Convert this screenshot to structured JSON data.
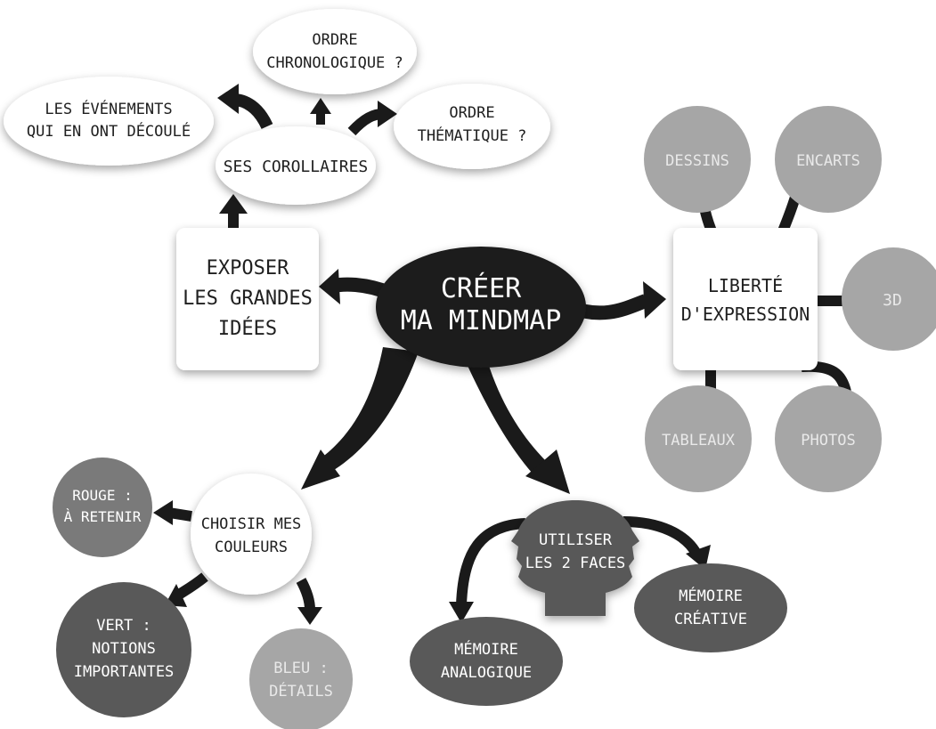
{
  "center": {
    "line1": "CRÉER",
    "line2": "MA MINDMAP"
  },
  "expose": {
    "line1": "EXPOSER",
    "line2": "LES GRANDES",
    "line3": "IDÉES",
    "corollaires": "SES COROLLAIRES",
    "evenements": {
      "line1": "LES ÉVÉNEMENTS",
      "line2": "QUI EN ONT DÉCOULÉ"
    },
    "chronologique": {
      "line1": "ORDRE",
      "line2": "CHRONOLOGIQUE ?"
    },
    "thematique": {
      "line1": "ORDRE",
      "line2": "THÉMATIQUE ?"
    }
  },
  "liberte": {
    "line1": "LIBERTÉ",
    "line2": "D'EXPRESSION",
    "dessins": "DESSINS",
    "encarts": "ENCARTS",
    "trois_d": "3D",
    "tableaux": "TABLEAUX",
    "photos": "PHOTOS"
  },
  "couleurs": {
    "line1": "CHOISIR MES",
    "line2": "COULEURS",
    "rouge": {
      "line1": "ROUGE :",
      "line2": "À RETENIR"
    },
    "vert": {
      "line1": "VERT :",
      "line2": "NOTIONS",
      "line3": "IMPORTANTES"
    },
    "bleu": {
      "line1": "BLEU :",
      "line2": "DÉTAILS"
    }
  },
  "faces": {
    "line1": "UTILISER",
    "line2": "LES 2 FACES",
    "analogique": {
      "line1": "MÉMOIRE",
      "line2": "ANALOGIQUE"
    },
    "creative": {
      "line1": "MÉMOIRE",
      "line2": "CRÉATIVE"
    }
  },
  "colors": {
    "dark_node": "#1a1a1a",
    "grey_node": "#7a7a7a",
    "light_grey_node": "#a6a6a6",
    "deep_grey_node": "#595959",
    "white_node": "#ffffff",
    "text_dark": "#1f1f1f",
    "text_light": "#ffffff"
  }
}
